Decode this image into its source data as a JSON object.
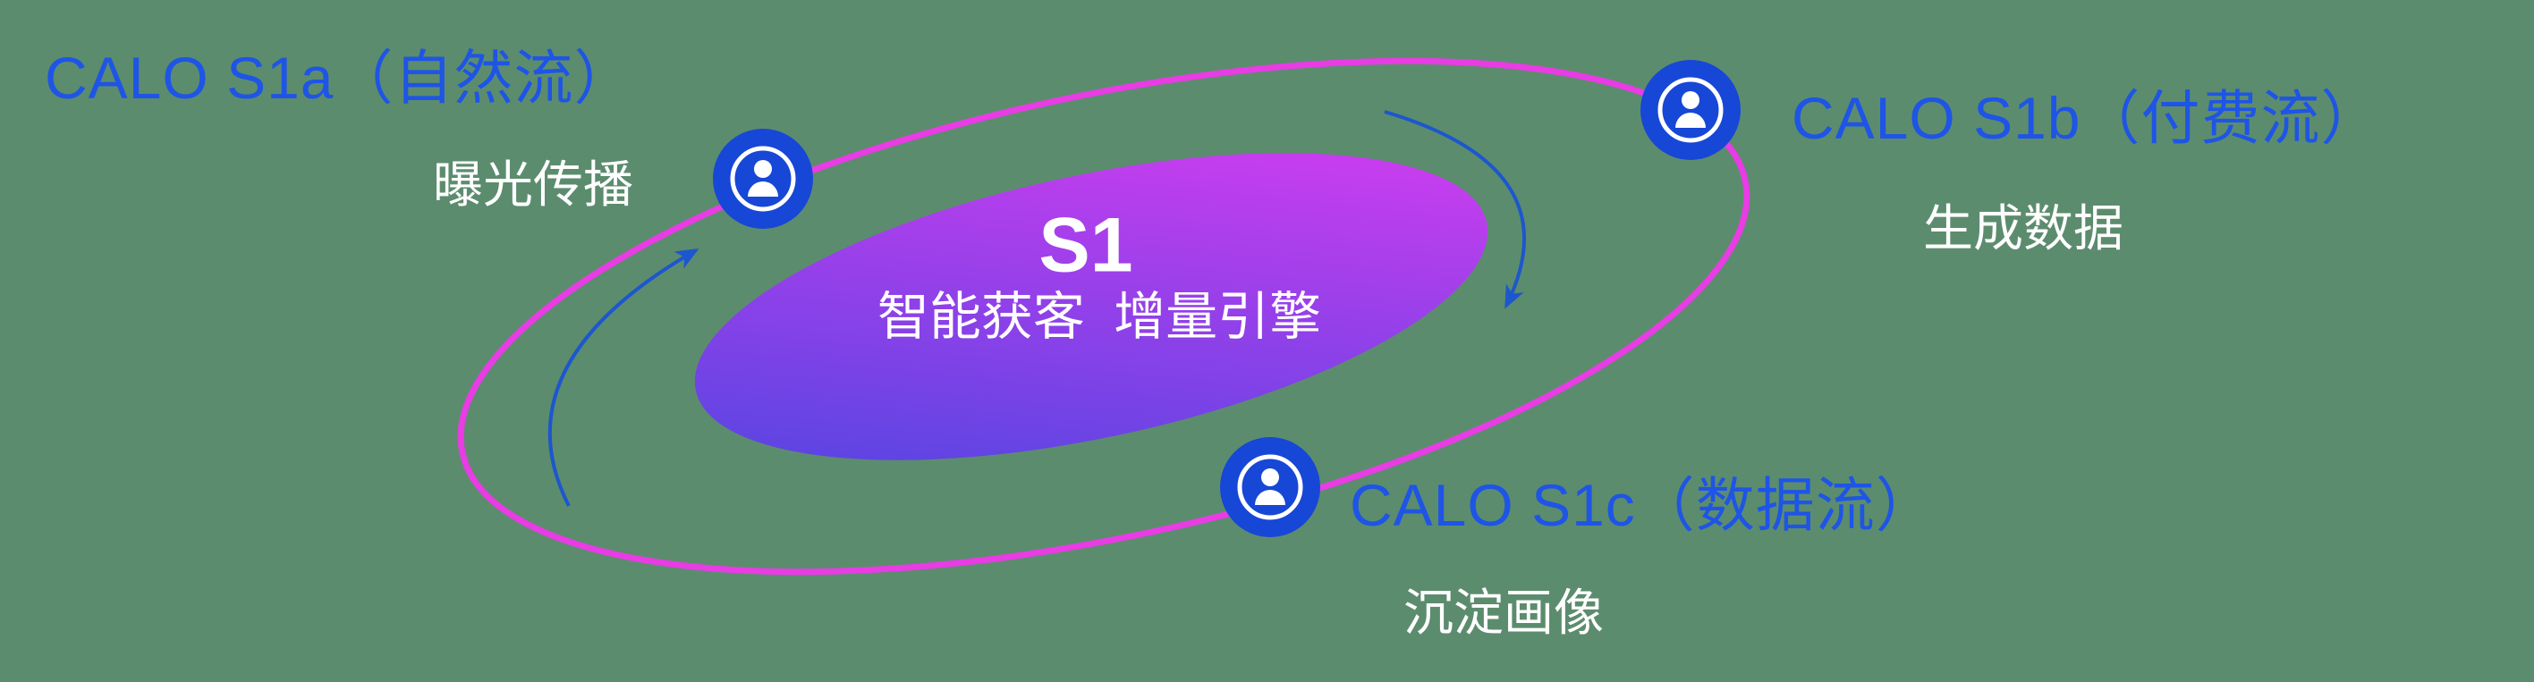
{
  "core": {
    "title": "S1",
    "subtitle": "智能获客  增量引擎"
  },
  "nodes": [
    {
      "id": "s1a",
      "label": "CALO S1a（自然流）",
      "sublabel": "曝光传播",
      "icon": "user-icon"
    },
    {
      "id": "s1b",
      "label": "CALO S1b（付费流）",
      "sublabel": "生成数据",
      "icon": "user-icon"
    },
    {
      "id": "s1c",
      "label": "CALO S1c（数据流）",
      "sublabel": "沉淀画像",
      "icon": "user-icon"
    }
  ],
  "colors": {
    "background_green": "#5c8c6e",
    "label_blue": "#1e55e6",
    "orbit_pink": "#e83ce4",
    "node_blue": "#1747d6",
    "arrow_blue": "#1c57cf",
    "core_gradient_start": "#4a46e0",
    "core_gradient_end": "#dd3cf0",
    "text_white": "#ffffff"
  }
}
